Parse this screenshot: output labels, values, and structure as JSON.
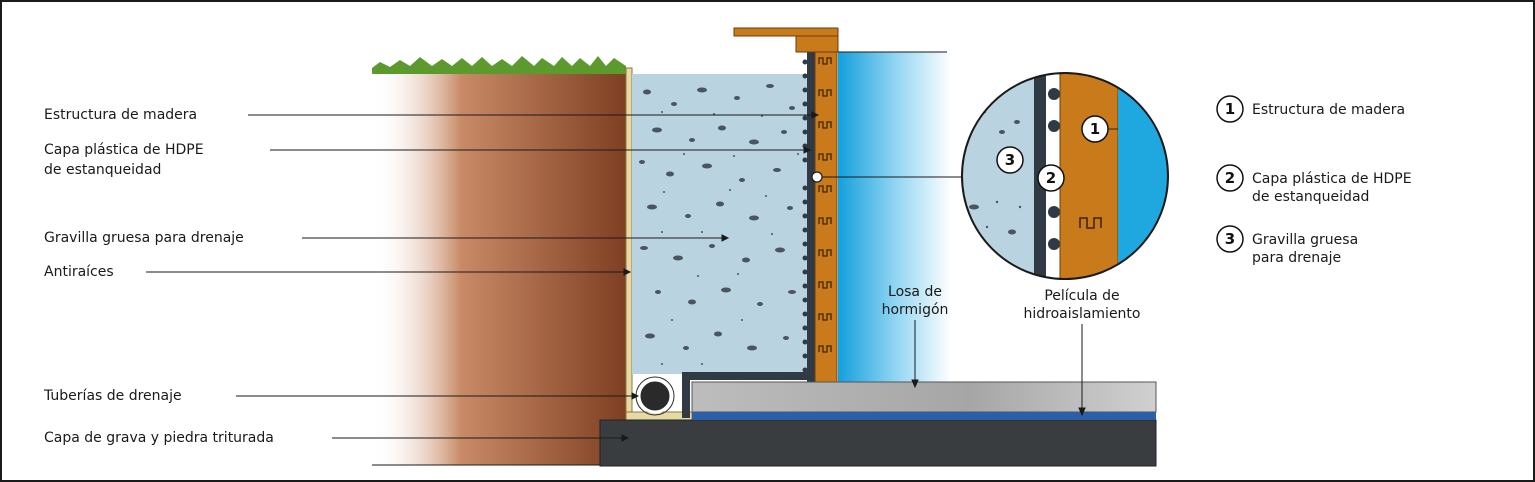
{
  "labels_left": [
    {
      "key": "estructura",
      "line1": "Estructura de madera",
      "line2": ""
    },
    {
      "key": "capa_hdpe",
      "line1": "Capa plástica de HDPE",
      "line2": "de estanqueidad"
    },
    {
      "key": "gravilla",
      "line1": "Gravilla gruesa para drenaje",
      "line2": ""
    },
    {
      "key": "antiraices",
      "line1": "Antiraíces",
      "line2": ""
    },
    {
      "key": "tuberias",
      "line1": "Tuberías de drenaje",
      "line2": ""
    },
    {
      "key": "capa_grava",
      "line1": "Capa de grava y piedra triturada",
      "line2": ""
    }
  ],
  "labels_center": {
    "losa_line1": "Losa de",
    "losa_line2": "hormigón",
    "pelicula_line1": "Película de",
    "pelicula_line2": "hidroaislamiento"
  },
  "legend": [
    {
      "number": "1",
      "line1": "Estructura de madera",
      "line2": ""
    },
    {
      "number": "2",
      "line1": "Capa plástica de HDPE",
      "line2": "de estanqueidad"
    },
    {
      "number": "3",
      "line1": "Gravilla gruesa",
      "line2": "para drenaje"
    }
  ],
  "detail_markers": [
    "1",
    "2",
    "3"
  ],
  "colors": {
    "soil": "#8b4a2b",
    "grass": "#5c9a2e",
    "gravel": "#b9d3e0",
    "wood": "#c97a1a",
    "water": "#1fa8e0",
    "slab": "#bdbdbd",
    "base": "#3a3d40",
    "membrane": "#2b5fa8",
    "root_barrier": "#e6d9a6"
  }
}
